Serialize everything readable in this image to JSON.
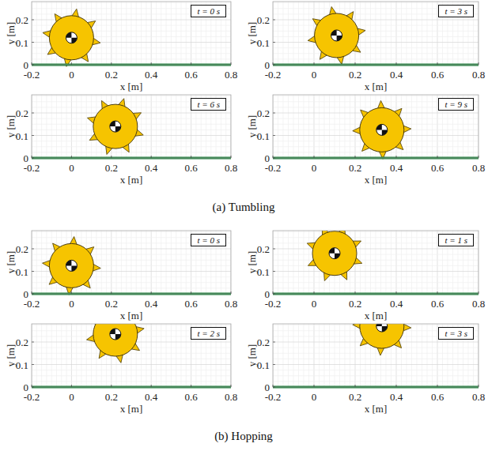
{
  "diagram": {
    "nodes": [
      {
        "text": [
          "t = 0 s"
        ]
      },
      {
        "text": [
          "t = 3 s"
        ]
      },
      {
        "text": [
          "t = 6 s"
        ]
      },
      {
        "text": [
          "t = 9 s"
        ]
      },
      {
        "text": [
          "t = 0 s"
        ]
      },
      {
        "text": [
          "t = 1 s"
        ]
      },
      {
        "text": [
          "t = 2 s"
        ]
      },
      {
        "text": [
          "t = 3 s"
        ]
      }
    ],
    "labels": [
      "-0.2",
      "0",
      "0.2",
      "0.4",
      "0.6",
      "0.8",
      "0",
      "0.1",
      "0.2",
      "x [m]",
      "y [m]",
      "-0.2",
      "0",
      "0.2",
      "0.4",
      "0.6",
      "0.8",
      "0",
      "0.1",
      "0.2",
      "x [m]",
      "y [m]",
      "-0.2",
      "0",
      "0.2",
      "0.4",
      "0.6",
      "0.8",
      "0",
      "0.1",
      "0.2",
      "x [m]",
      "y [m]",
      "-0.2",
      "0",
      "0.2",
      "0.4",
      "0.6",
      "0.8",
      "0",
      "0.1",
      "0.2",
      "x [m]",
      "y [m]",
      "-0.2",
      "0",
      "0.2",
      "0.4",
      "0.6",
      "0.8",
      "0",
      "0.1",
      "0.2",
      "x [m]",
      "y [m]",
      "-0.2",
      "0",
      "0.2",
      "0.4",
      "0.6",
      "0.8",
      "0",
      "0.1",
      "0.2",
      "x [m]",
      "y [m]",
      "-0.2",
      "0",
      "0.2",
      "0.4",
      "0.6",
      "0.8",
      "0",
      "0.1",
      "0.2",
      "x [m]",
      "y [m]",
      "-0.2",
      "0",
      "0.2",
      "0.4",
      "0.6",
      "0.8",
      "0",
      "0.1",
      "0.2",
      "x [m]",
      "y [m]",
      "(a) Tumbling",
      "(b) Hopping"
    ]
  }
}
